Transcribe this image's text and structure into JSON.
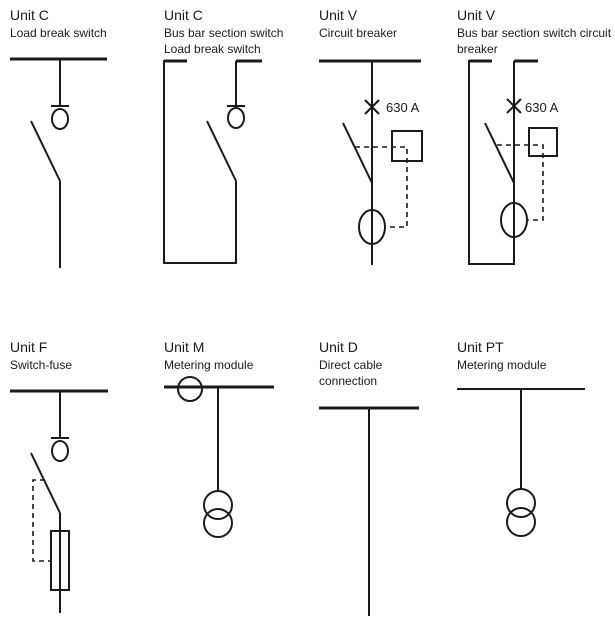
{
  "units": [
    {
      "name": "Unit C",
      "description": [
        "Load break switch"
      ]
    },
    {
      "name": "Unit C",
      "description": [
        "Bus bar section switch",
        "Load break switch"
      ]
    },
    {
      "name": "Unit V",
      "description": [
        "Circuit breaker"
      ],
      "rating": "630 A"
    },
    {
      "name": "Unit V",
      "description": [
        "Bus bar section switch circuit",
        "breaker"
      ],
      "rating": "630 A"
    },
    {
      "name": "Unit F",
      "description": [
        "Switch-fuse"
      ]
    },
    {
      "name": "Unit M",
      "description": [
        "Metering module"
      ]
    },
    {
      "name": "Unit D",
      "description": [
        "Direct cable",
        "connection"
      ]
    },
    {
      "name": "Unit PT",
      "description": [
        "Metering module"
      ]
    }
  ],
  "colors": {
    "line": "#1a1a1a",
    "background": "#ffffff"
  }
}
